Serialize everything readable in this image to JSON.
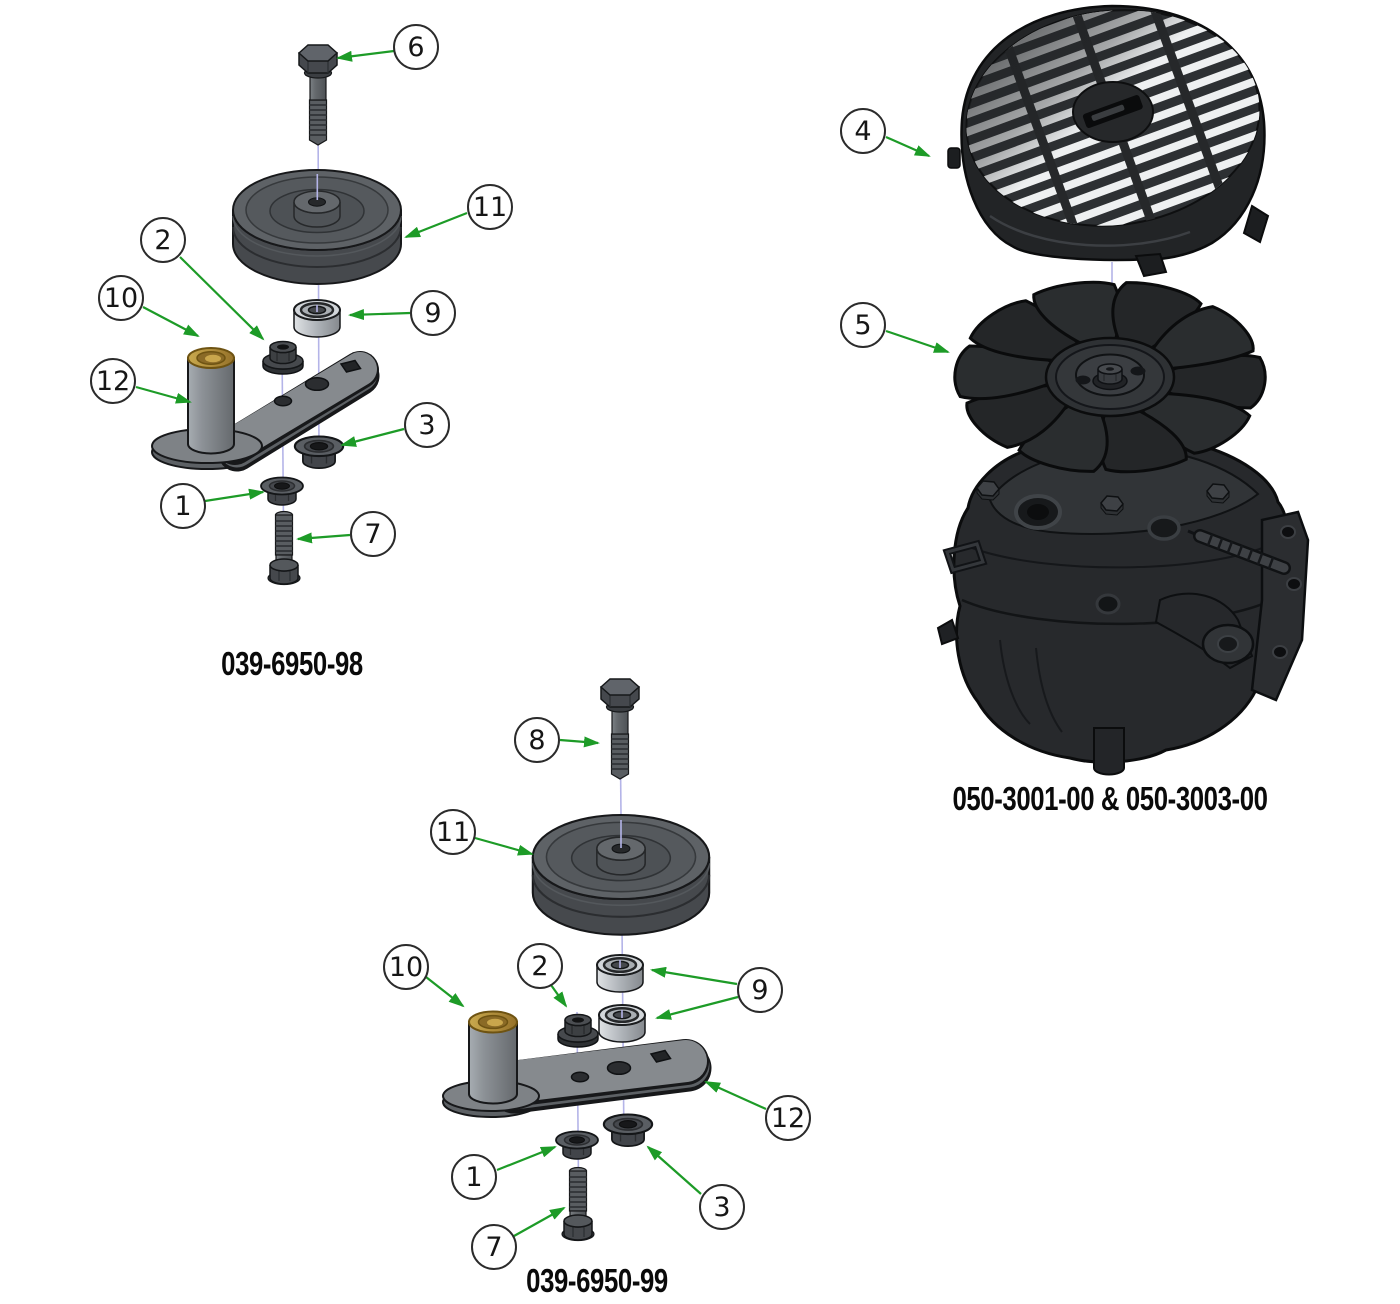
{
  "diagram": {
    "background": "#ffffff",
    "colors": {
      "arrow_green": "#1d9b27",
      "axis_line": "#b4b4e8",
      "callout_border": "#2b2b2b",
      "callout_text": "#161616",
      "label_text": "#0a0a0a",
      "brass": "#b4893a",
      "steel_gray": "#85898d",
      "dark_part": "#242628",
      "silver_spacer": "#c9cdd1"
    },
    "assemblies": [
      {
        "name": "idler-arm-assembly-98",
        "label": "039-6950-98",
        "callouts": [
          {
            "n": "6"
          },
          {
            "n": "11"
          },
          {
            "n": "2"
          },
          {
            "n": "10"
          },
          {
            "n": "12"
          },
          {
            "n": "9"
          },
          {
            "n": "3"
          },
          {
            "n": "1"
          },
          {
            "n": "7"
          }
        ]
      },
      {
        "name": "transaxle-assembly-050",
        "label": "050-3001-00 & 050-3003-00",
        "callouts": [
          {
            "n": "4"
          },
          {
            "n": "5"
          }
        ]
      },
      {
        "name": "idler-arm-assembly-99",
        "label": "039-6950-99",
        "callouts": [
          {
            "n": "8"
          },
          {
            "n": "11"
          },
          {
            "n": "10"
          },
          {
            "n": "2"
          },
          {
            "n": "9"
          },
          {
            "n": "12"
          },
          {
            "n": "1"
          },
          {
            "n": "3"
          },
          {
            "n": "7"
          }
        ]
      }
    ]
  }
}
